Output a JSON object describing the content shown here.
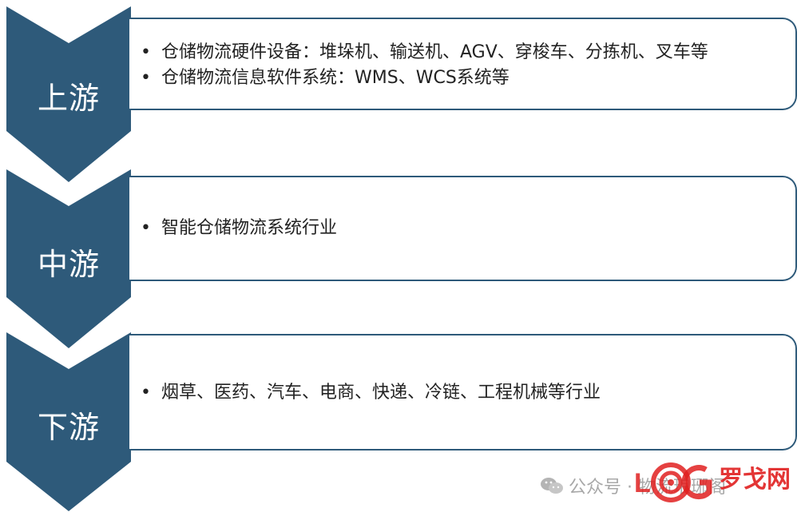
{
  "stages": [
    {
      "label": "上游",
      "items": [
        "仓储物流硬件设备：堆垛机、输送机、AGV、穿梭车、分拣机、叉车等",
        "仓储物流信息软件系统：WMS、WCS系统等"
      ]
    },
    {
      "label": "中游",
      "items": [
        "智能仓储物流系统行业"
      ]
    },
    {
      "label": "下游",
      "items": [
        "烟草、医药、汽车、电商、快递、冷链、工程机械等行业"
      ]
    }
  ],
  "watermark": {
    "text": "公众号 · 物流琅琊阁",
    "icon": "wechat-icon"
  },
  "logo": {
    "letters": "LOG",
    "text": "罗戈网",
    "icon": "log-target-icon"
  },
  "colors": {
    "chevron": "#2e5a7a",
    "border": "#2e5a7a",
    "text": "#222222",
    "logo_red": "#e02020"
  }
}
